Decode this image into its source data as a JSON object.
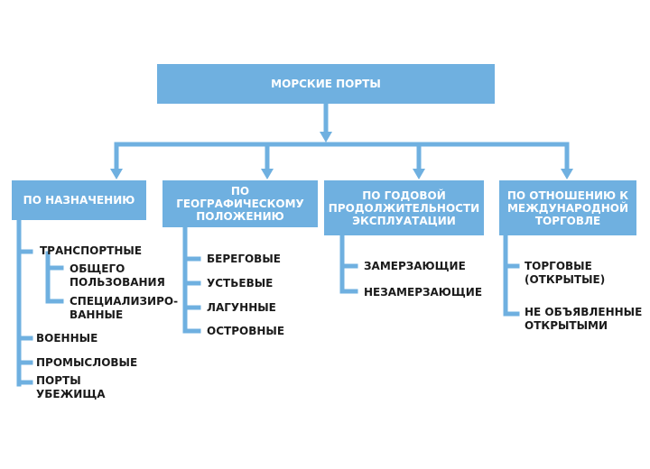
{
  "colors": {
    "box": "#6fb0e0",
    "line": "#6fb0e0",
    "box_text": "#ffffff",
    "item_text": "#1a1a1a"
  },
  "root": {
    "label": "МОРСКИЕ ПОРТЫ"
  },
  "categories": [
    {
      "label": "ПО НАЗНАЧЕНИЮ",
      "items": [
        {
          "label": "ТРАНСПОРТНЫЕ",
          "subitems": [
            {
              "label": "ОБЩЕГО\nПОЛЬЗОВАНИЯ"
            },
            {
              "label": "СПЕЦИАЛИЗИРО-\nВАННЫЕ"
            }
          ]
        },
        {
          "label": "ВОЕННЫЕ"
        },
        {
          "label": "ПРОМЫСЛОВЫЕ"
        },
        {
          "label": "ПОРТЫ\nУБЕЖИЩА"
        }
      ]
    },
    {
      "label": "ПО ГЕОГРАФИЧЕСКОМУ\nПОЛОЖЕНИЮ",
      "items": [
        {
          "label": "БЕРЕГОВЫЕ"
        },
        {
          "label": "УСТЬЕВЫЕ"
        },
        {
          "label": "ЛАГУННЫЕ"
        },
        {
          "label": "ОСТРОВНЫЕ"
        }
      ]
    },
    {
      "label": "ПО ГОДОВОЙ\nПРОДОЛЖИТЕЛЬНОСТИ\nЭКСПЛУАТАЦИИ",
      "items": [
        {
          "label": "ЗАМЕРЗАЮЩИЕ"
        },
        {
          "label": "НЕЗАМЕРЗАЮЩИЕ"
        }
      ]
    },
    {
      "label": "ПО ОТНОШЕНИЮ К\nМЕЖДУНАРОДНОЙ\nТОРГОВЛЕ",
      "items": [
        {
          "label": "ТОРГОВЫЕ\n(ОТКРЫТЫЕ)"
        },
        {
          "label": "НЕ ОБЪЯВЛЕННЫЕ\nОТКРЫТЫМИ"
        }
      ]
    }
  ]
}
